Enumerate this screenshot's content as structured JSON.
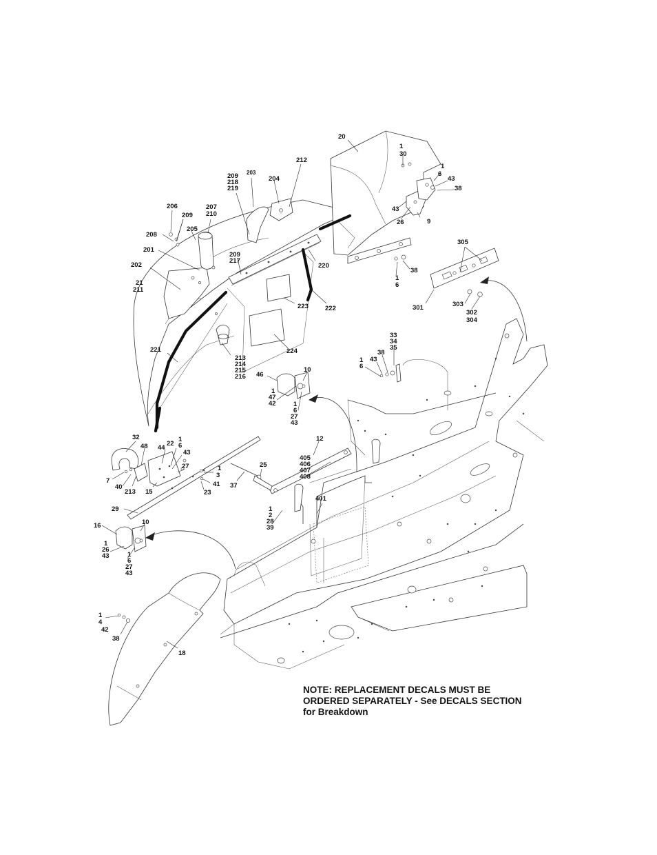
{
  "diagram": {
    "callouts": [
      {
        "id": "c20",
        "lines": [
          "20"
        ]
      },
      {
        "id": "c1-30",
        "lines": [
          "1",
          "30"
        ]
      },
      {
        "id": "c1-6a",
        "lines": [
          "1",
          "6"
        ]
      },
      {
        "id": "c43a",
        "lines": [
          "43"
        ]
      },
      {
        "id": "c38a",
        "lines": [
          "38"
        ]
      },
      {
        "id": "c43b",
        "lines": [
          "43"
        ]
      },
      {
        "id": "c26a",
        "lines": [
          "26"
        ]
      },
      {
        "id": "c9",
        "lines": [
          "9"
        ]
      },
      {
        "id": "c38b",
        "lines": [
          "38"
        ]
      },
      {
        "id": "c1-6b",
        "lines": [
          "1",
          "6"
        ]
      },
      {
        "id": "c212",
        "lines": [
          "212"
        ]
      },
      {
        "id": "c203",
        "lines": [
          "203"
        ]
      },
      {
        "id": "c209-218-219",
        "lines": [
          "209",
          "218",
          "219"
        ]
      },
      {
        "id": "c204",
        "lines": [
          "204"
        ]
      },
      {
        "id": "c206",
        "lines": [
          "206"
        ]
      },
      {
        "id": "c209",
        "lines": [
          "209"
        ]
      },
      {
        "id": "c207-210",
        "lines": [
          "207",
          "210"
        ]
      },
      {
        "id": "c205",
        "lines": [
          "205"
        ]
      },
      {
        "id": "c208",
        "lines": [
          "208"
        ]
      },
      {
        "id": "c201",
        "lines": [
          "201"
        ]
      },
      {
        "id": "c202",
        "lines": [
          "202"
        ]
      },
      {
        "id": "c21-211",
        "lines": [
          "21",
          "211"
        ]
      },
      {
        "id": "c209-217",
        "lines": [
          "209",
          "217"
        ]
      },
      {
        "id": "c220",
        "lines": [
          "220"
        ]
      },
      {
        "id": "c223",
        "lines": [
          "223"
        ]
      },
      {
        "id": "c222",
        "lines": [
          "222"
        ]
      },
      {
        "id": "c224",
        "lines": [
          "224"
        ]
      },
      {
        "id": "c221",
        "lines": [
          "221"
        ]
      },
      {
        "id": "c213-216",
        "lines": [
          "213",
          "214",
          "215",
          "216"
        ]
      },
      {
        "id": "c305",
        "lines": [
          "305"
        ]
      },
      {
        "id": "c301",
        "lines": [
          "301"
        ]
      },
      {
        "id": "c303",
        "lines": [
          "303"
        ]
      },
      {
        "id": "c302-304",
        "lines": [
          "302",
          "304"
        ]
      },
      {
        "id": "c33-35",
        "lines": [
          "33",
          "34",
          "35"
        ]
      },
      {
        "id": "c38c",
        "lines": [
          "38"
        ]
      },
      {
        "id": "c43c",
        "lines": [
          "43"
        ]
      },
      {
        "id": "c1-6c",
        "lines": [
          "1",
          "6"
        ]
      },
      {
        "id": "c10a",
        "lines": [
          "10"
        ]
      },
      {
        "id": "c46",
        "lines": [
          "46"
        ]
      },
      {
        "id": "c1-47-42",
        "lines": [
          "1",
          "47",
          "42"
        ]
      },
      {
        "id": "c1-6-27-43a",
        "lines": [
          "1",
          "6",
          "27",
          "43"
        ]
      },
      {
        "id": "c12",
        "lines": [
          "12"
        ]
      },
      {
        "id": "c405-408",
        "lines": [
          "405",
          "406",
          "407",
          "408"
        ]
      },
      {
        "id": "c401",
        "lines": [
          "401"
        ]
      },
      {
        "id": "c32",
        "lines": [
          "32"
        ]
      },
      {
        "id": "c48",
        "lines": [
          "48"
        ]
      },
      {
        "id": "c22",
        "lines": [
          "22"
        ]
      },
      {
        "id": "c1-6d",
        "lines": [
          "1",
          "6"
        ]
      },
      {
        "id": "c44",
        "lines": [
          "44"
        ]
      },
      {
        "id": "c43d",
        "lines": [
          "43"
        ]
      },
      {
        "id": "c27",
        "lines": [
          "27"
        ]
      },
      {
        "id": "c1-3",
        "lines": [
          "1",
          "3"
        ]
      },
      {
        "id": "c25",
        "lines": [
          "25"
        ]
      },
      {
        "id": "c7",
        "lines": [
          "7"
        ]
      },
      {
        "id": "c40",
        "lines": [
          "40"
        ]
      },
      {
        "id": "c213",
        "lines": [
          "213"
        ]
      },
      {
        "id": "c15",
        "lines": [
          "15"
        ]
      },
      {
        "id": "c41",
        "lines": [
          "41"
        ]
      },
      {
        "id": "c23",
        "lines": [
          "23"
        ]
      },
      {
        "id": "c37",
        "lines": [
          "37"
        ]
      },
      {
        "id": "c29",
        "lines": [
          "29"
        ]
      },
      {
        "id": "c1-2-28-39",
        "lines": [
          "1",
          "2",
          "28",
          "39"
        ]
      },
      {
        "id": "c16",
        "lines": [
          "16"
        ]
      },
      {
        "id": "c10b",
        "lines": [
          "10"
        ]
      },
      {
        "id": "c1-26-43",
        "lines": [
          "1",
          "26",
          "43"
        ]
      },
      {
        "id": "c1-6-27-43b",
        "lines": [
          "1",
          "6",
          "27",
          "43"
        ]
      },
      {
        "id": "c1-4-42",
        "lines": [
          "1",
          "4",
          "42"
        ]
      },
      {
        "id": "c38d",
        "lines": [
          "38"
        ]
      },
      {
        "id": "c18",
        "lines": [
          "18"
        ]
      }
    ]
  },
  "note": {
    "line1": "NOTE: REPLACEMENT DECALS MUST BE",
    "line2": "ORDERED SEPARATELY - See DECALS SECTION",
    "line3": "for Breakdown"
  }
}
